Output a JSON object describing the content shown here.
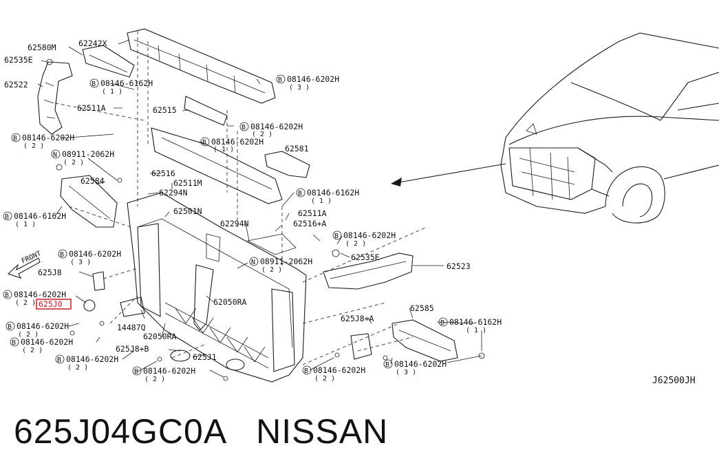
{
  "diagram": {
    "code": "J62500JH",
    "front_label": "FRONT",
    "highlight": "625J0",
    "labels": {
      "l62580M": "62580M",
      "l62242X": "62242X",
      "l62535E_a": "62535E",
      "l62522": "62522",
      "b6162H_a": "08146-6162H",
      "b6162H_a_q": "( 1 )",
      "b6202H_top": "08146-6202H",
      "b6202H_top_q": "( 3 )",
      "l62511A_a": "62511A",
      "l62515": "62515",
      "b6202H_b": "08146-6202H",
      "b6202H_b_q": "( 2 )",
      "b6202H_c": "08146-6202H",
      "b6202H_c_q": "( 2 )",
      "b6202H_d": "08146-6202H",
      "b6202H_d_q": "( 1 )",
      "l62581": "62581",
      "n2062H_a": "08911-2062H",
      "n2062H_a_q": "( 2 )",
      "l62516_a": "62516",
      "l62584": "62584",
      "l62511M": "62511M",
      "l62294N_a": "62294N",
      "b6162H_b": "08146-6162H",
      "b6162H_b_q": "( 1 )",
      "b6162H_c": "08146-6162H",
      "b6162H_c_q": "( 1 )",
      "l62501N": "62501N",
      "l62511A_b": "62511A",
      "l62294N_b": "62294N",
      "l62516A": "62516+A",
      "b6202H_e": "08146-6202H",
      "b6202H_e_q": "( 2 )",
      "b6202H_f": "08146-6202H",
      "b6202H_f_q": "( 3 )",
      "l62535E_b": "62535E",
      "n2062H_b": "08911-2062H",
      "n2062H_b_q": "( 2 )",
      "l62523": "62523",
      "l625J8": "625J8",
      "b6202H_g": "08146-6202H",
      "b6202H_g_q": "( 2 )",
      "l62050RA_a": "62050RA",
      "l62585": "62585",
      "b6202H_h": "08146-6202H",
      "b6202H_h_q": "( 2 )",
      "l14487Q": "14487Q",
      "l625J8B_a": "625J8+A",
      "b6162H_d": "08146-6162H",
      "b6162H_d_q": "( 1 )",
      "b6202H_i": "08146-6202H",
      "b6202H_i_q": "( 2 )",
      "l62050RA_b": "62050RA",
      "l625J8B_b": "625J8+B",
      "l625J1": "625J1",
      "b6202H_j": "08146-6202H",
      "b6202H_j_q": "( 2 )",
      "b6202H_k": "08146-6202H",
      "b6202H_k_q": "( 3 )",
      "b6202H_l": "08146-6202H",
      "b6202H_l_q": "( 2 )",
      "b6202H_m": "08146-6202H",
      "b6202H_m_q": "( 2 )",
      "b_mark": "B",
      "n_mark": "N"
    }
  },
  "caption": {
    "part_number": "625J04GC0A",
    "brand": "NISSAN"
  }
}
